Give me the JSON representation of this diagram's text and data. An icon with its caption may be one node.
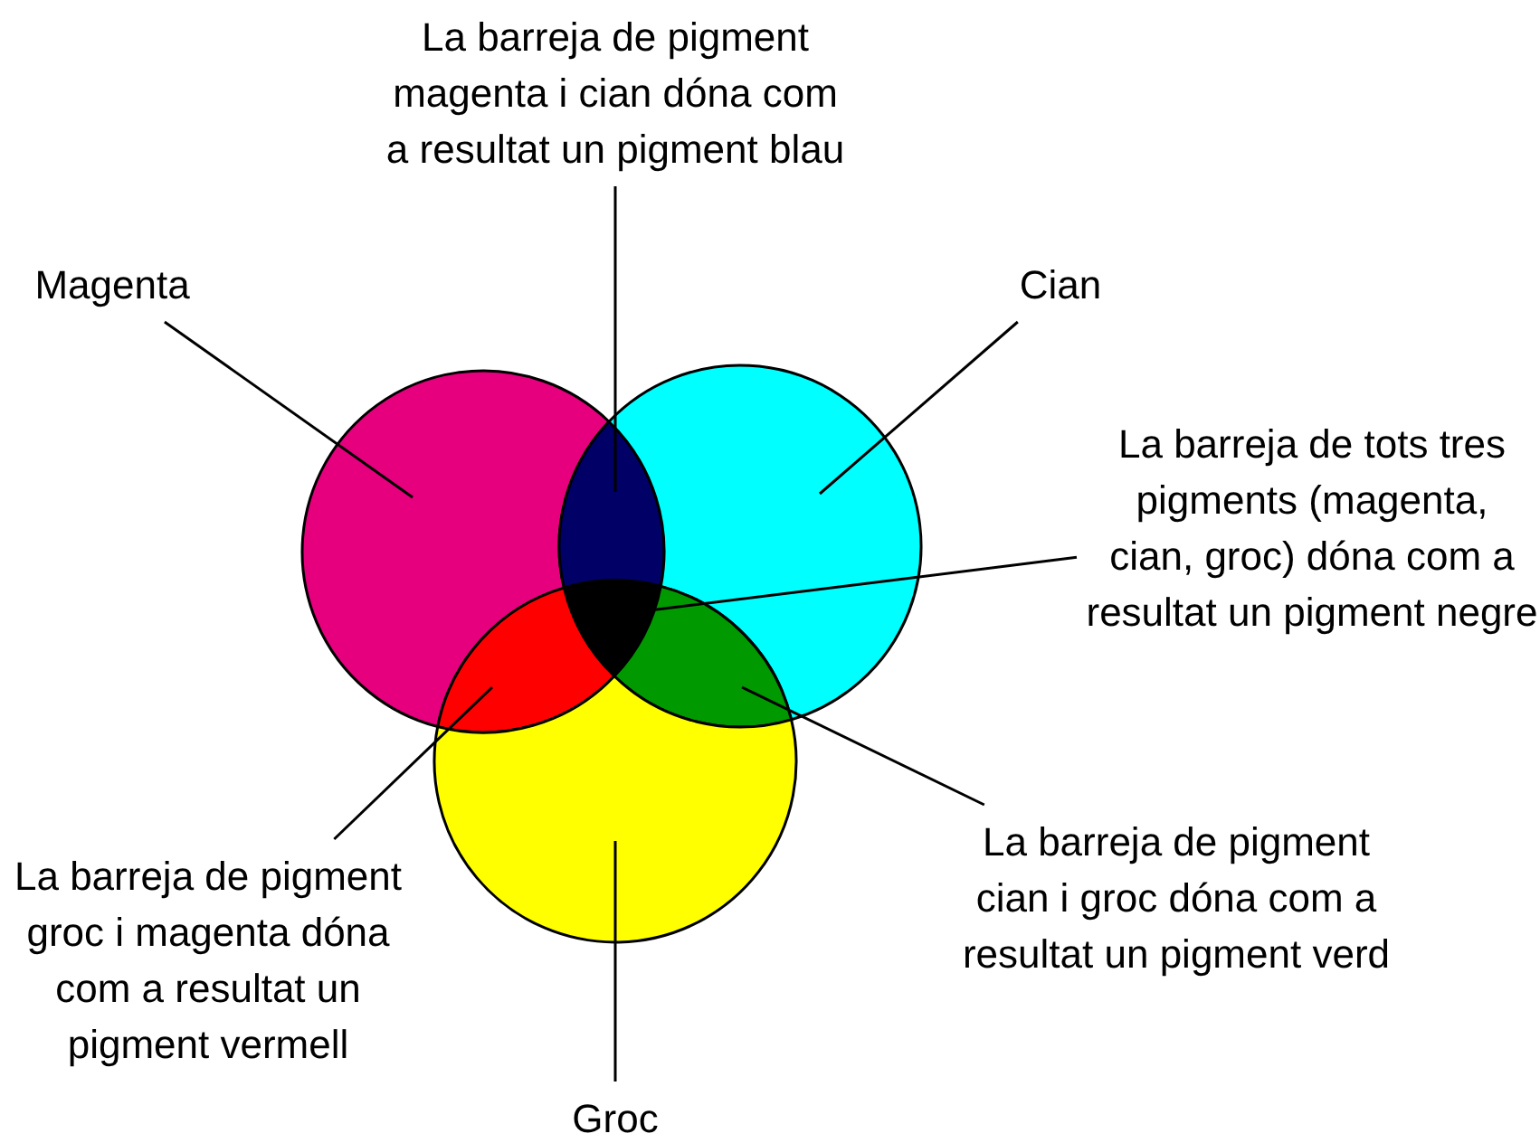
{
  "diagram": {
    "nodes": [
      {
        "text": [
          "La barreja de pigment magenta i cian dóna com a resultat un pigment blau"
        ]
      },
      {
        "text": [
          "Magenta"
        ]
      },
      {
        "text": [
          "Cian"
        ]
      },
      {
        "text": [],
        "shape": "circle"
      },
      {
        "text": [],
        "shape": "lens"
      },
      {
        "text": [],
        "shape": "circle"
      },
      {
        "text": [
          "La barreja de tots tres pigments (magenta, cian, groc) dóna com a resultat un pigment negre"
        ]
      },
      {
        "text": [],
        "shape": "triangle"
      },
      {
        "text": [],
        "shape": "lens"
      },
      {
        "text": [],
        "shape": "lens"
      },
      {
        "text": [],
        "shape": "circle"
      },
      {
        "text": [
          "La barreja de pigment cian i groc dóna com a resultat un pigment verd"
        ]
      },
      {
        "text": [
          "La barreja de pigment groc i magenta dóna com a resultat un pigment vermell"
        ]
      },
      {
        "text": [
          "Groc"
        ]
      }
    ],
    "edges": [
      {
        "from": 0,
        "to": 4,
        "arrow": "none"
      },
      {
        "from": 1,
        "to": 3,
        "arrow": "none"
      },
      {
        "from": 2,
        "to": 5,
        "arrow": "none"
      },
      {
        "from": 6,
        "to": 7,
        "arrow": "none"
      },
      {
        "from": 11,
        "to": 9,
        "arrow": "none"
      },
      {
        "from": 12,
        "to": 8,
        "arrow": "none"
      },
      {
        "from": 13,
        "to": 10,
        "arrow": "none"
      }
    ]
  }
}
